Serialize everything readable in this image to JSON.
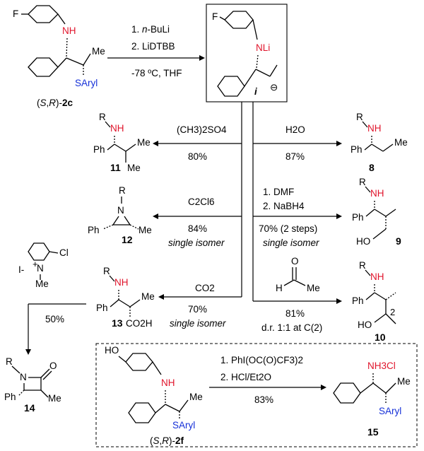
{
  "start": {
    "F": "F",
    "NH": "NH",
    "Me": "Me",
    "SAryl": "SAryl",
    "label_pre": "(",
    "label_S": "S",
    "label_comma": ",",
    "label_R": "R",
    "label_post": ")-",
    "label_bold": "2c"
  },
  "conditions_top": {
    "line1_num": "1. ",
    "line1_it": "n",
    "line1_rest": "-BuLi",
    "line2": "2. LiDTBB",
    "line3": "-78 ºC, THF"
  },
  "intermediate": {
    "F": "F",
    "NLi": "NLi",
    "label": "i",
    "charge": "⊖"
  },
  "rows": {
    "me2so4": {
      "reagent": "(CH3)2SO4",
      "yield": "80%"
    },
    "h2o": {
      "reagent": "H2O",
      "yield": "87%"
    },
    "c2cl6": {
      "reagent": "C2Cl6",
      "yield": "84%",
      "note": "single isomer"
    },
    "dmf": {
      "line1": "1. DMF",
      "line2": "2. NaBH4",
      "yield": "70% (2 steps)",
      "note": "single isomer"
    },
    "co2": {
      "reagent": "CO2",
      "yield": "70%",
      "note": "single isomer"
    },
    "acetaldehyde": {
      "yield": "81%",
      "note": "d.r. 1:1 at C(2)"
    }
  },
  "products": {
    "p11": {
      "R": "R",
      "NH": "NH",
      "Ph": "Ph",
      "Me1": "Me",
      "Me2": "Me",
      "label": "11"
    },
    "p8": {
      "R": "R",
      "NH": "NH",
      "Ph": "Ph",
      "Me": "Me",
      "label": "8"
    },
    "p12": {
      "R": "R",
      "N": "N",
      "Ph": "Ph",
      "Me": "Me",
      "label": "12"
    },
    "p9": {
      "R": "R",
      "NH": "NH",
      "Ph": "Ph",
      "HO": "HO",
      "label": "9"
    },
    "p13": {
      "R": "R",
      "NH": "NH",
      "Ph": "Ph",
      "Me": "Me",
      "CO2H": "CO2H",
      "label": "13"
    },
    "p10": {
      "R": "R",
      "NH": "NH",
      "Ph": "Ph",
      "HO": "HO",
      "locant": "2",
      "label": "10"
    },
    "p14": {
      "R": "R",
      "N": "N",
      "O": "O",
      "Ph": "Ph",
      "Me": "Me",
      "label": "14"
    }
  },
  "aldehyde": {
    "O": "O",
    "H": "H",
    "Me": "Me"
  },
  "pyridinium": {
    "plus": "+",
    "N": "N",
    "Cl": "Cl",
    "Iminus": "I-",
    "Me": "Me",
    "yield": "50%"
  },
  "box": {
    "HO": "HO",
    "NH": "NH",
    "Me": "Me",
    "SAryl": "SAryl",
    "label_pre": "(",
    "label_S": "S",
    "label_comma": ",",
    "label_R": "R",
    "label_post": ")-",
    "label_bold": "2f",
    "cond1": "1. PhI(OC(O)CF3)2",
    "cond2": "2. HCl/Et2O",
    "yield": "83%",
    "product_NH3Cl": "NH3Cl",
    "product_Me": "Me",
    "product_SAryl": "SAryl",
    "product_label": "15"
  }
}
